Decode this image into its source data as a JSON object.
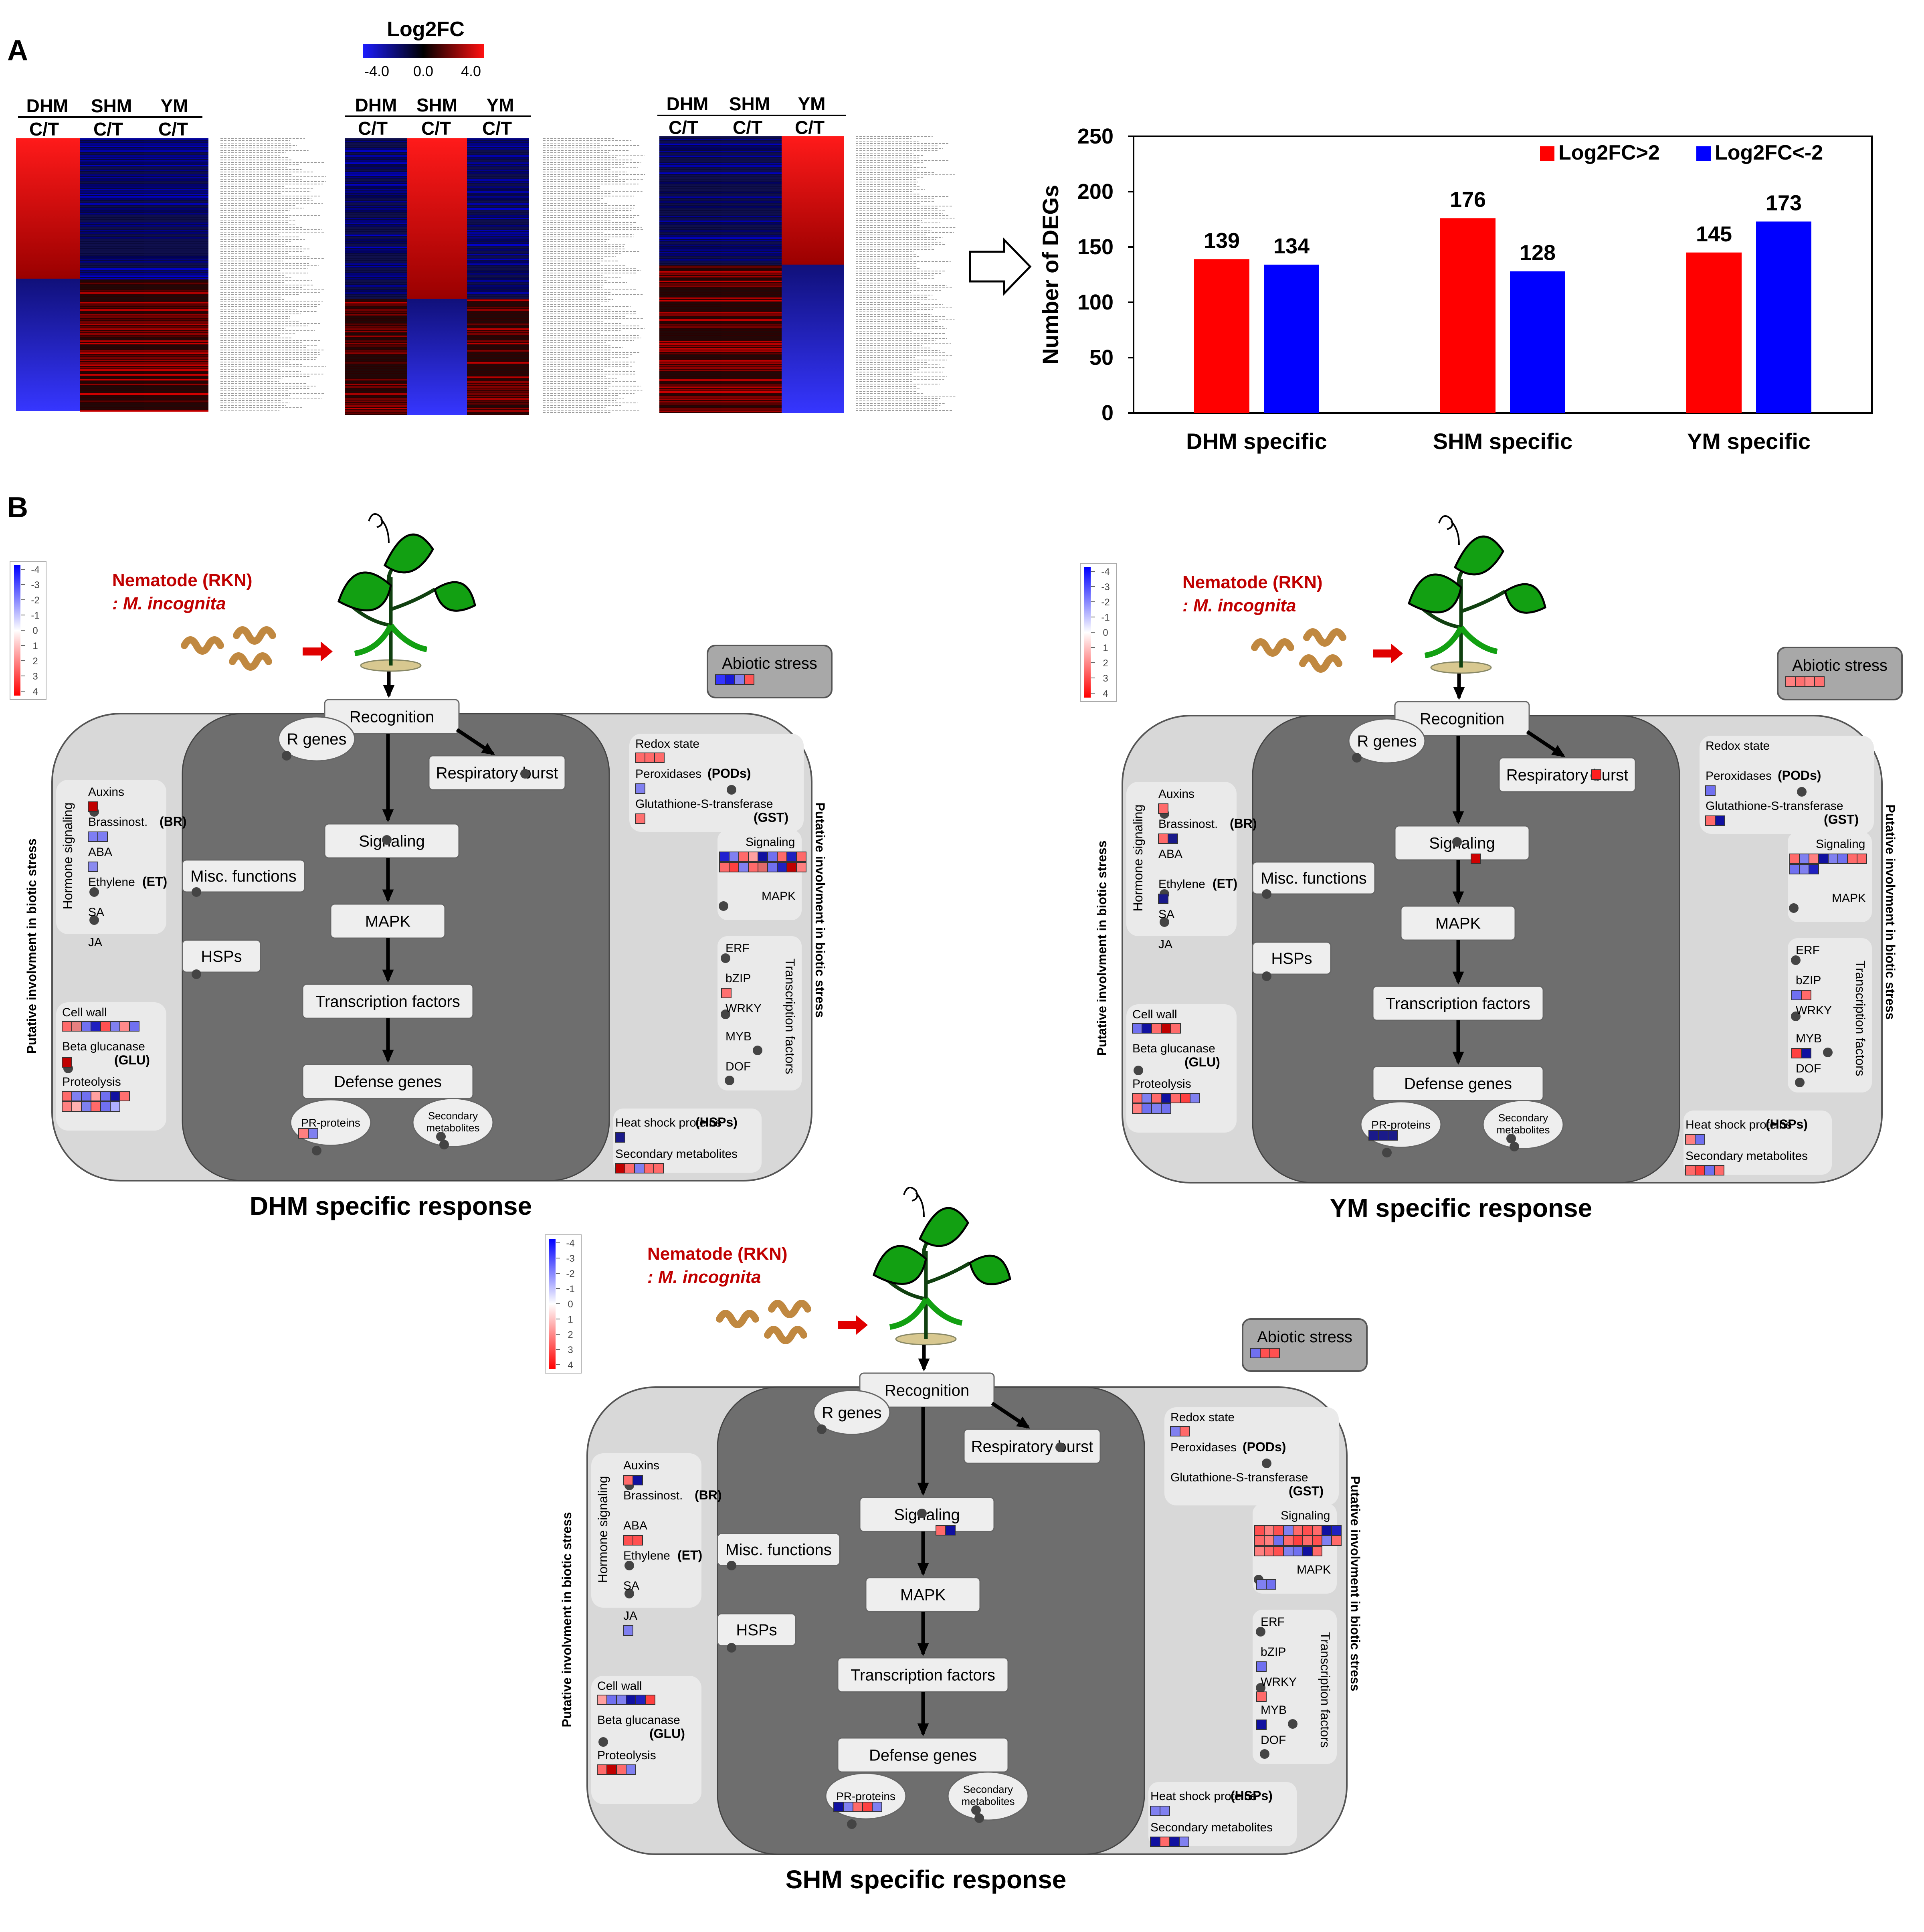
{
  "panel_a": {
    "label": "A",
    "legend": {
      "title": "Log2FC",
      "ticks": [
        "-4.0",
        "0.0",
        "4.0"
      ]
    },
    "heatmaps": [
      {
        "columns": [
          "DHM",
          "SHM",
          "YM"
        ],
        "sublabel": "C/T",
        "high_col": 0
      },
      {
        "columns": [
          "DHM",
          "SHM",
          "YM"
        ],
        "sublabel": "C/T",
        "high_col": 1
      },
      {
        "columns": [
          "DHM",
          "SHM",
          "YM"
        ],
        "sublabel": "C/T",
        "high_col": 2
      }
    ]
  },
  "chart_data": {
    "type": "bar",
    "categories": [
      "DHM specific",
      "SHM specific",
      "YM specific"
    ],
    "series": [
      {
        "name": "Log2FC>2",
        "values": [
          139,
          176,
          145
        ],
        "color": "#ff0000"
      },
      {
        "name": "Log2FC<-2",
        "values": [
          134,
          128,
          173
        ],
        "color": "#0000ff"
      }
    ],
    "ylabel": "Number of DEGs",
    "xlabel": "",
    "ylim": [
      0,
      250
    ],
    "yticks": [
      "0",
      "50",
      "100",
      "150",
      "200",
      "250"
    ],
    "legend_position": "top-right",
    "grid": false
  },
  "panel_b": {
    "label": "B",
    "nematode_line1": "Nematode (RKN)",
    "nematode_line2": ": M. incognita",
    "scale_ticks": [
      "-4",
      "-3",
      "-2",
      "-1",
      "0",
      "1",
      "2",
      "3",
      "4"
    ],
    "boxes": {
      "recognition": "Recognition",
      "r_genes": "R genes",
      "respiratory_burst": "Respiratory burst",
      "signaling": "Signaling",
      "mapk": "MAPK",
      "transcription_factors": "Transcription factors",
      "defense_genes": "Defense genes",
      "pr_proteins": "PR-proteins",
      "secondary_metabolites_oval": "Secondary metabolites",
      "misc_functions": "Misc. functions",
      "hsps": "HSPs",
      "abiotic_stress": "Abiotic stress"
    },
    "left_panel": {
      "side_label": "Putative involvment in biotic stress",
      "hormone_label": "Hormone signaling",
      "auxins": "Auxins",
      "brassinost": "Brassinost.",
      "br": "(BR)",
      "aba": "ABA",
      "ethylene": "Ethylene",
      "et": "(ET)",
      "sa": "SA",
      "ja": "JA",
      "cell_wall": "Cell wall",
      "beta_glucanase": "Beta glucanase",
      "glu": "(GLU)",
      "proteolysis": "Proteolysis"
    },
    "right_panel": {
      "side_label": "Putative involvment in biotic stress",
      "redox": "Redox state",
      "peroxidases": "Peroxidases",
      "pods": "(PODs)",
      "gst_name": "Glutathione-S-transferase",
      "gst": "(GST)",
      "signaling": "Signaling",
      "mapk": "MAPK",
      "erf": "ERF",
      "bzip": "bZIP",
      "wrky": "WRKY",
      "myb": "MYB",
      "dof": "DOF",
      "tf_label": "Transcription factors",
      "hsp_name": "Heat shock proteins",
      "hsps": "(HSPs)",
      "secondary_metabolites": "Secondary metabolites"
    },
    "diagrams": [
      {
        "title": "DHM specific response"
      },
      {
        "title": "YM specific response"
      },
      {
        "title": "SHM specific response"
      }
    ]
  }
}
